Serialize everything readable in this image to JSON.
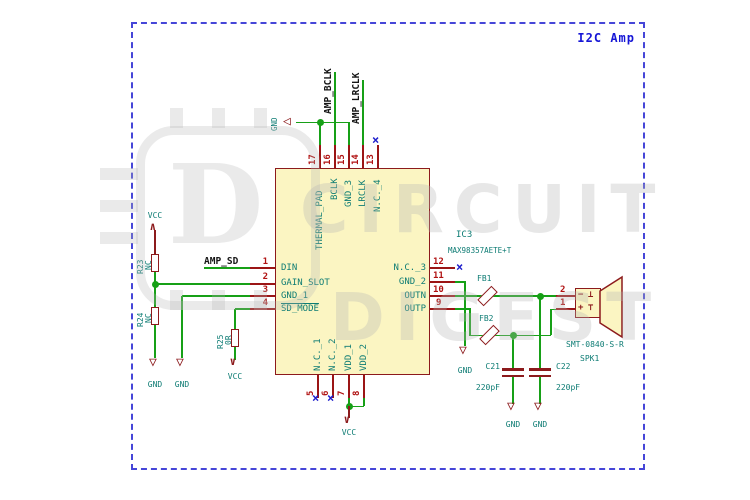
{
  "title": "I2C Amp",
  "watermark": {
    "line1": "CIRCUIT",
    "line2": "DIGEST",
    "letter": "D"
  },
  "ic": {
    "ref": "IC3",
    "value": "MAX98357AETE+T",
    "pins": {
      "left": [
        {
          "num": "1",
          "name": "DIN"
        },
        {
          "num": "2",
          "name": "GAIN_SLOT"
        },
        {
          "num": "3",
          "name": "GND_1"
        },
        {
          "num": "4",
          "name": "SD_MODE"
        }
      ],
      "right": [
        {
          "num": "12",
          "name": "N.C._3"
        },
        {
          "num": "11",
          "name": "GND_2"
        },
        {
          "num": "10",
          "name": "OUTN"
        },
        {
          "num": "9",
          "name": "OUTP"
        }
      ],
      "top": [
        {
          "num": "17",
          "name": "THERMAL_PAD"
        },
        {
          "num": "16",
          "name": "BCLK"
        },
        {
          "num": "15",
          "name": "GND_3"
        },
        {
          "num": "14",
          "name": "LRCLK"
        },
        {
          "num": "13",
          "name": "N.C._4"
        }
      ],
      "bottom": [
        {
          "num": "5",
          "name": "N.C._1"
        },
        {
          "num": "6",
          "name": "N.C._2"
        },
        {
          "num": "7",
          "name": "VDD_1"
        },
        {
          "num": "8",
          "name": "VDD_2"
        }
      ]
    }
  },
  "net_labels": {
    "sd": "AMP_SD",
    "bclk": "AMP_BCLK",
    "lrclk": "AMP_LRCLK"
  },
  "resistors": [
    {
      "ref": "R23",
      "value": "NC"
    },
    {
      "ref": "R24",
      "value": "NC"
    },
    {
      "ref": "R25",
      "value": "0R"
    }
  ],
  "ferrite_beads": [
    {
      "ref": "FB1"
    },
    {
      "ref": "FB2"
    }
  ],
  "capacitors": [
    {
      "ref": "C21",
      "value": "220pF"
    },
    {
      "ref": "C22",
      "value": "220pF"
    }
  ],
  "speaker": {
    "ref": "SPK1",
    "value": "SMT-0840-S-R",
    "pin_top": "2",
    "pin_bottom": "1",
    "minus": "−",
    "plus": "+"
  },
  "power": {
    "vcc": "VCC",
    "gnd": "GND"
  },
  "no_connect_mark": "×",
  "colors": {
    "wire": "#17a017",
    "symbol_outline": "#8c1a1c",
    "symbol_fill": "#fbf5c2",
    "pin_number": "#b01212",
    "field_text": "#0e7c74",
    "net_label": "#151515",
    "no_connect": "#2020cc",
    "sheet_border": "#4646d8",
    "title_text": "#1616d6"
  }
}
